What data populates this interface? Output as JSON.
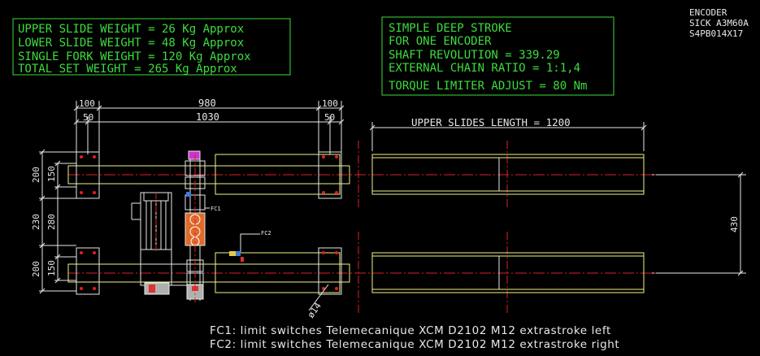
{
  "colors": {
    "background": "#000000",
    "note_text": "#3ddc3d",
    "dimension": "#e8e8e8",
    "outline": "#f2f28a",
    "centerline": "#e02020",
    "component": "#ffffff"
  },
  "weights_box": {
    "lines": [
      "UPPER SLIDE WEIGHT = 26 Kg Approx",
      "LOWER SLIDE WEIGHT = 48 Kg Approx",
      "SINGLE FORK WEIGHT = 120 Kg Approx",
      "TOTAL SET WEIGHT    = 265 Kg Approx"
    ]
  },
  "stroke_box": {
    "lines": [
      "SIMPLE DEEP STROKE",
      "FOR ONE ENCODER",
      "SHAFT REVOLUTION = 339.29",
      "EXTERNAL CHAIN RATIO = 1:1,4",
      "TORQUE LIMITER ADJUST = 80 Nm"
    ]
  },
  "encoder_note": {
    "lines": [
      "ENCODER",
      "SICK A3M60A",
      "S4PB014X17"
    ]
  },
  "dimensions": {
    "top_left_100": "100",
    "top_980": "980",
    "top_right_100": "100",
    "mid_left_50": "50",
    "mid_1030": "1030",
    "mid_right_50": "50",
    "upper_slides_length": "UPPER SLIDES LENGTH = 1200",
    "left_200_top": "200",
    "left_150_top": "150",
    "left_230": "230",
    "left_280": "280",
    "left_200_bottom": "200",
    "left_150_bottom": "150",
    "right_430": "430",
    "hole_diameter": "ø14"
  },
  "callouts": {
    "fc1": "FC1",
    "fc2": "FC2"
  },
  "legend": {
    "fc1_line": "FC1: limit switches Telemecanique XCM D2102 M12 extrastroke left",
    "fc2_line": "FC2: limit switches Telemecanique XCM D2102 M12 extrastroke right"
  }
}
